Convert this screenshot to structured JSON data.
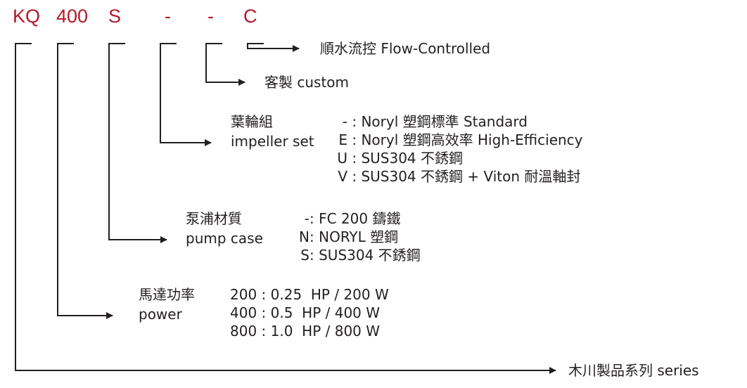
{
  "model_code": {
    "segments": [
      "KQ",
      "400",
      "S",
      "-",
      "-",
      "C"
    ],
    "accent_color": "#b5172c"
  },
  "flow_controlled": {
    "label": "順水流控 Flow-Controlled"
  },
  "custom": {
    "label": "客製 custom"
  },
  "impeller": {
    "label_zh": "葉輪組",
    "label_en": "impeller set",
    "options": [
      {
        "key": "-",
        "desc": "Noryl 塑鋼標準 Standard"
      },
      {
        "key": "E",
        "desc": "Noryl 塑鋼高效率 High-Efficiency"
      },
      {
        "key": "U",
        "desc": "SUS304 不銹鋼"
      },
      {
        "key": "V",
        "desc": "SUS304 不銹鋼 + Viton 耐溫軸封"
      }
    ]
  },
  "pump_case": {
    "label_zh": "泵浦材質",
    "label_en": "pump case",
    "options": [
      {
        "key": "-",
        "desc": "FC 200 鑄鐵"
      },
      {
        "key": "N",
        "desc": "NORYL 塑鋼"
      },
      {
        "key": "S",
        "desc": "SUS304 不銹鋼"
      }
    ]
  },
  "power": {
    "label_zh": "馬達功率",
    "label_en": "power",
    "options": [
      {
        "key": "200",
        "desc": "0.25  HP / 200 W"
      },
      {
        "key": "400",
        "desc": "0.5  HP / 400 W"
      },
      {
        "key": "800",
        "desc": "1.0  HP / 800 W"
      }
    ]
  },
  "series": {
    "label": "木川製品系列 series"
  }
}
